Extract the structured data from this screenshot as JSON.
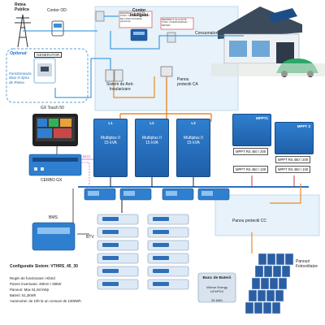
{
  "grid": {
    "title_line1": "Retea",
    "title_line2": "Publica",
    "meter_label": "Contor OD"
  },
  "meter": {
    "label": "Contor",
    "label2": "Inteligent",
    "note_left": "REDIRECT de la ALTE TASK: cod RECOMANDAT DE FUNCTIONARE (optional)",
    "note_right": "REDIRECT de la ALTE TASK: OVERCHARGE / METER"
  },
  "consumers": {
    "label": "Consumatori"
  },
  "generator": {
    "optional": "Optional:",
    "label": "GENERATOR",
    "note_line1": "Functioneaza",
    "note_line2": "doar in lipsa",
    "note_line3": "de Retea"
  },
  "anti_island": {
    "line1": "Sistem de Anti-",
    "line2": "Insularizare"
  },
  "ca_panel": {
    "line1": "Panou",
    "line2": "protectii CA"
  },
  "gx_touch": {
    "label": "GX Touch 50"
  },
  "cerbo": {
    "label": "CERBO GX"
  },
  "bus": {
    "label": "BUS"
  },
  "inverters": [
    {
      "phase": "L1",
      "name_line1": "Multiplus II",
      "name_line2": "15 kVA"
    },
    {
      "phase": "L2",
      "name_line1": "Multiplus II",
      "name_line2": "15 kVA"
    },
    {
      "phase": "L3",
      "name_line1": "Multiplus II",
      "name_line2": "15 kVA"
    }
  ],
  "mppts": [
    {
      "tag": "MPPT1",
      "label": "MPPT RS 450 / 200"
    },
    {
      "tag": "MPPT 2",
      "label": "MPPT RS 450 / 200"
    },
    {
      "tag": "",
      "label": "MPPT RS 450 / 100"
    },
    {
      "tag": "",
      "label": "MPPT RS 450 / 100"
    }
  ],
  "bms": {
    "label": "BMS"
  },
  "btv": {
    "label": "BTV"
  },
  "cc_panel": {
    "label": "Panou protectii CC"
  },
  "config": {
    "title": "Configuratie Sistem: VTHRS_45_30",
    "lines": [
      "Regim de functionare: Hibrid",
      "Putere invertoare: 45kVA / 36kW",
      "Panouri: Max 51,84 kWp",
      "Baterii: 51,2kWh",
      "Autonomie: de 10h la un consum de 1000Wh"
    ]
  },
  "battery_bank": {
    "title": "Banc de Baterii",
    "line1": "Victron Energy",
    "line2": "LiFePO4",
    "capacity": "50 kWh"
  },
  "pv_panels": {
    "line1": "Panouri",
    "line2": "Fotovoltaice"
  },
  "colors": {
    "ac_line": "#1c8ad8",
    "dc_line": "#e98a2b",
    "comm_line": "#2a2a2a",
    "bus_line": "#d25bc8",
    "panel_box": "#e6f2fa",
    "victron_blue": "#2f7fd0",
    "generator_border": "#5aa0d8"
  }
}
